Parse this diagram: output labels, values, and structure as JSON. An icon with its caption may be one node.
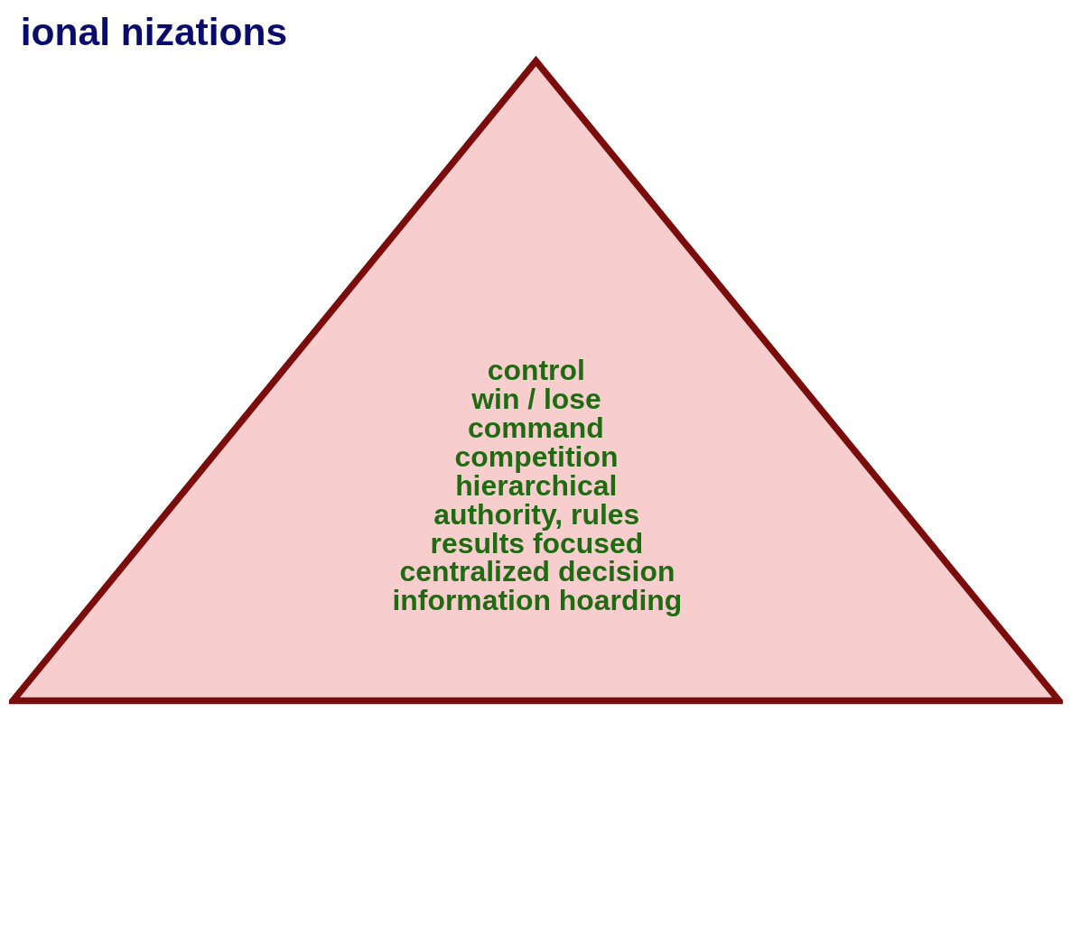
{
  "diagram": {
    "title": "ional nizations",
    "nodes": [
      {
        "text": [
          "control",
          "win / lose",
          "command",
          "competition",
          "hierarchical",
          "authority, rules",
          "results focused",
          "centralized decision",
          "information hoarding"
        ]
      }
    ]
  }
}
